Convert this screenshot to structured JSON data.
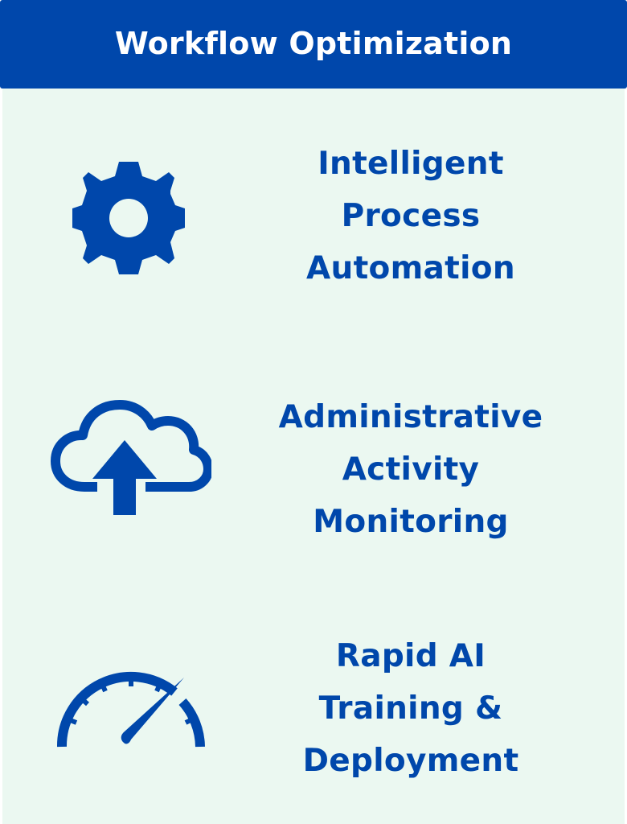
{
  "header": {
    "title": "Workflow Optimization"
  },
  "colors": {
    "primary": "#0047AB",
    "panel_background": "#EBF8F1",
    "header_text": "#FFFFFF"
  },
  "items": [
    {
      "icon": "gear-icon",
      "lines": [
        "Intelligent",
        "Process",
        "Automation"
      ]
    },
    {
      "icon": "cloud-upload-icon",
      "lines": [
        "Administrative",
        "Activity",
        "Monitoring"
      ]
    },
    {
      "icon": "speedometer-icon",
      "lines": [
        "Rapid AI",
        "Training &",
        "Deployment"
      ]
    }
  ]
}
